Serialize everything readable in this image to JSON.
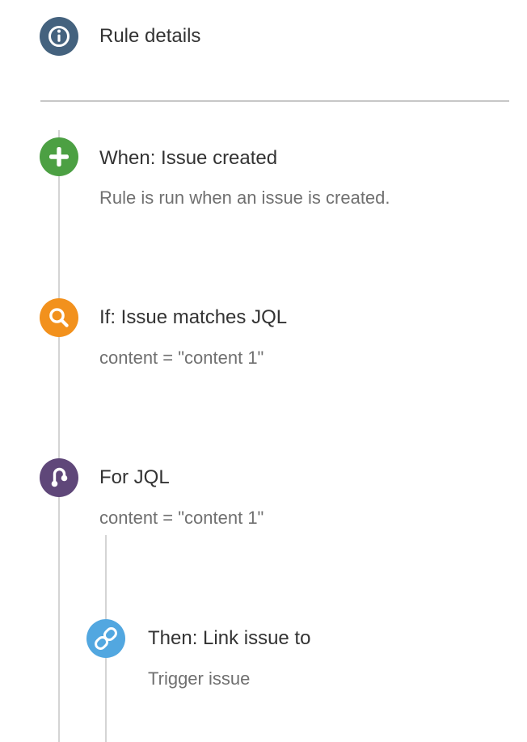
{
  "panel": {
    "header": {
      "title": "Rule details",
      "icon": "info-icon",
      "icon_color": "#44627e"
    }
  },
  "sections": [
    {
      "kind": "trigger",
      "icon": "plus-icon",
      "icon_color": "#4ca043",
      "title": "When: Issue created",
      "subtitle": "Rule is run when an issue is created."
    },
    {
      "kind": "condition",
      "icon": "search-icon",
      "icon_color": "#f2911d",
      "title": "If: Issue matches JQL",
      "subtitle": "content = \"content 1\""
    },
    {
      "kind": "branch",
      "icon": "branch-icon",
      "icon_color": "#5f4779",
      "title": "For JQL",
      "subtitle": "content = \"content 1\""
    },
    {
      "kind": "action",
      "icon": "link-icon",
      "icon_color": "#52a7e0",
      "title": "Then: Link issue to",
      "subtitle": "Trigger issue"
    }
  ],
  "colors": {
    "connector": "#d4d4d4",
    "divider": "#c7c7c7",
    "title_text": "#333333",
    "subtitle_text": "#707070",
    "background": "#ffffff"
  }
}
